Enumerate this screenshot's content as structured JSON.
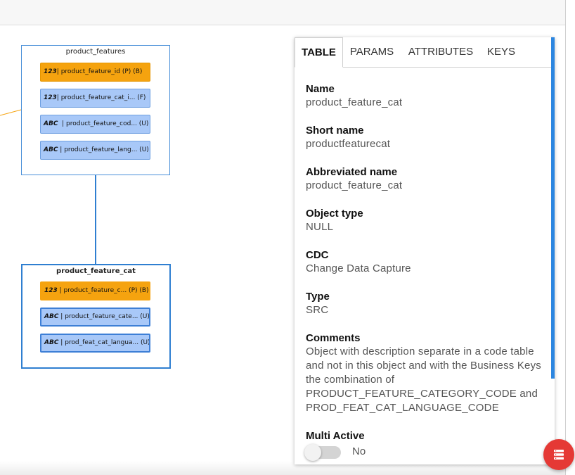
{
  "diagram": {
    "entities": [
      {
        "title": "product_features",
        "fields": [
          {
            "type": "123",
            "text": "| product_feature_id (P) (B)",
            "kind": "key"
          },
          {
            "type": "123",
            "text": "| product_feature_cat_i... (F)",
            "kind": "attr"
          },
          {
            "type": "ABC",
            "text": "  | product_feature_cod... (U)",
            "kind": "attr"
          },
          {
            "type": "ABC",
            "text": " | product_feature_lang... (U)",
            "kind": "attr"
          }
        ]
      },
      {
        "title": "product_feature_cat",
        "fields": [
          {
            "type": "123",
            "text": " | product_feature_c... (P) (B)",
            "kind": "key"
          },
          {
            "type": "ABC",
            "text": " | product_feature_cate... (U)",
            "kind": "attr"
          },
          {
            "type": "ABC",
            "text": " | prod_feat_cat_langua... (U)",
            "kind": "attr"
          }
        ]
      }
    ],
    "colors": {
      "key_field": "#f5a30f",
      "attr_field": "#a8c8f8",
      "border": "#2f7fd1",
      "link": "#2f7fd1",
      "orange_link": "#f5a30f"
    }
  },
  "panel": {
    "tabs": [
      {
        "label": "TABLE",
        "active": true
      },
      {
        "label": "PARAMS",
        "active": false
      },
      {
        "label": "ATTRIBUTES",
        "active": false
      },
      {
        "label": "KEYS",
        "active": false
      }
    ],
    "properties": [
      {
        "label": "Name",
        "value": "product_feature_cat"
      },
      {
        "label": "Short name",
        "value": "productfeaturecat"
      },
      {
        "label": "Abbreviated name",
        "value": "product_feature_cat"
      },
      {
        "label": "Object type",
        "value": "NULL"
      },
      {
        "label": "CDC",
        "value": "Change Data Capture"
      },
      {
        "label": "Type",
        "value": "SRC"
      },
      {
        "label": "Comments",
        "value": "Object with description separate in a code table and not in this object and with the Business Keys the combination of PRODUCT_FEATURE_CATEGORY_CODE and PROD_FEAT_CAT_LANGUAGE_CODE"
      }
    ],
    "multi_active": {
      "label": "Multi Active",
      "value": "No"
    },
    "scroll_color": "#2c86e0"
  },
  "fab": {
    "icon": "list-menu-icon",
    "color": "#e53935"
  }
}
